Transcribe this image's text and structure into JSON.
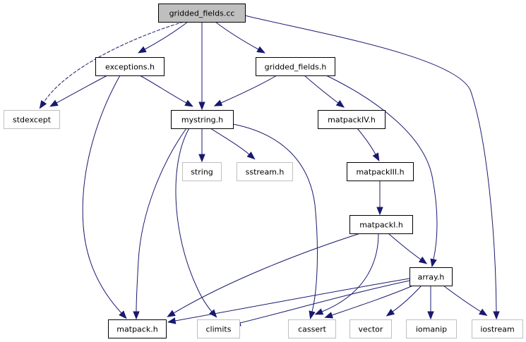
{
  "diagram": {
    "root": "gridded_fields.cc",
    "colors": {
      "edge": "#191970",
      "root_fill": "#bfbfbf",
      "external_border": "#bfbfbf",
      "node_border": "#000000"
    },
    "nodes": [
      {
        "id": "gf_cc",
        "label": "gridded_fields.cc",
        "kind": "root"
      },
      {
        "id": "exc_h",
        "label": "exceptions.h",
        "kind": "internal"
      },
      {
        "id": "gf_h",
        "label": "gridded_fields.h",
        "kind": "internal"
      },
      {
        "id": "stdexcept",
        "label": "stdexcept",
        "kind": "external"
      },
      {
        "id": "mystring_h",
        "label": "mystring.h",
        "kind": "internal"
      },
      {
        "id": "mpIV_h",
        "label": "matpackIV.h",
        "kind": "internal"
      },
      {
        "id": "string",
        "label": "string",
        "kind": "external"
      },
      {
        "id": "sstream_h",
        "label": "sstream.h",
        "kind": "external"
      },
      {
        "id": "mpIII_h",
        "label": "matpackIII.h",
        "kind": "internal"
      },
      {
        "id": "mpI_h",
        "label": "matpackI.h",
        "kind": "internal"
      },
      {
        "id": "array_h",
        "label": "array.h",
        "kind": "internal"
      },
      {
        "id": "matpack_h",
        "label": "matpack.h",
        "kind": "internal"
      },
      {
        "id": "climits",
        "label": "climits",
        "kind": "external"
      },
      {
        "id": "cassert",
        "label": "cassert",
        "kind": "external"
      },
      {
        "id": "vector",
        "label": "vector",
        "kind": "external"
      },
      {
        "id": "iomanip",
        "label": "iomanip",
        "kind": "external"
      },
      {
        "id": "iostream",
        "label": "iostream",
        "kind": "external"
      }
    ],
    "edges": [
      {
        "from": "gf_cc",
        "to": "exc_h"
      },
      {
        "from": "gf_cc",
        "to": "gf_h"
      },
      {
        "from": "gf_cc",
        "to": "stdexcept",
        "style": "dashed"
      },
      {
        "from": "gf_cc",
        "to": "mystring_h"
      },
      {
        "from": "gf_cc",
        "to": "iostream"
      },
      {
        "from": "exc_h",
        "to": "stdexcept"
      },
      {
        "from": "exc_h",
        "to": "mystring_h"
      },
      {
        "from": "exc_h",
        "to": "matpack_h"
      },
      {
        "from": "gf_h",
        "to": "mystring_h"
      },
      {
        "from": "gf_h",
        "to": "mpIV_h"
      },
      {
        "from": "gf_h",
        "to": "array_h"
      },
      {
        "from": "mystring_h",
        "to": "string"
      },
      {
        "from": "mystring_h",
        "to": "sstream_h"
      },
      {
        "from": "mystring_h",
        "to": "matpack_h"
      },
      {
        "from": "mystring_h",
        "to": "climits"
      },
      {
        "from": "mystring_h",
        "to": "cassert"
      },
      {
        "from": "mpIV_h",
        "to": "mpIII_h"
      },
      {
        "from": "mpIII_h",
        "to": "mpI_h"
      },
      {
        "from": "mpI_h",
        "to": "array_h"
      },
      {
        "from": "mpI_h",
        "to": "matpack_h"
      },
      {
        "from": "mpI_h",
        "to": "cassert"
      },
      {
        "from": "array_h",
        "to": "matpack_h"
      },
      {
        "from": "array_h",
        "to": "climits"
      },
      {
        "from": "array_h",
        "to": "cassert"
      },
      {
        "from": "array_h",
        "to": "vector"
      },
      {
        "from": "array_h",
        "to": "iomanip"
      },
      {
        "from": "array_h",
        "to": "iostream"
      }
    ]
  }
}
